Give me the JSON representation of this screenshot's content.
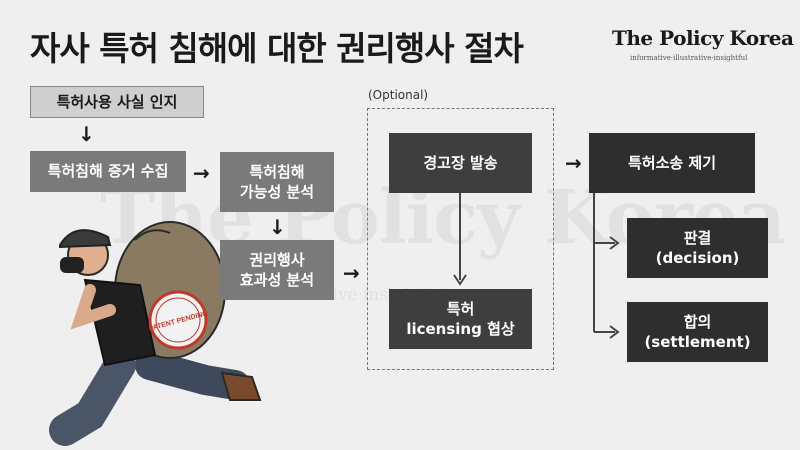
{
  "title": "자사 특허 침해에 대한 권리행사 절차",
  "logo": {
    "name": "The Policy Korea",
    "tagline": "informative·illustrative·insightful"
  },
  "optional_label": "(Optional)",
  "nodes": {
    "recognize": "특허사용 사실 인지",
    "collect": "특허침해 증거 수집",
    "infringe_analysis": "특허침해\n가능성 분석",
    "rights_analysis": "권리행사\n효과성 분석",
    "warning": "경고장 발송",
    "licensing": "특허\nlicensing 협상",
    "lawsuit": "특허소송 제기",
    "decision": "판결\n(decision)",
    "settlement": "합의\n(settlement)"
  },
  "illustration": {
    "bag_stamp": "PATENT PENDING"
  },
  "colors": {
    "light_box": "#cfcfcf",
    "mid_box": "#7a7a7a",
    "dark_box": "#3e3e3e",
    "darker_box": "#2e2e2e",
    "background": "#efefef"
  }
}
